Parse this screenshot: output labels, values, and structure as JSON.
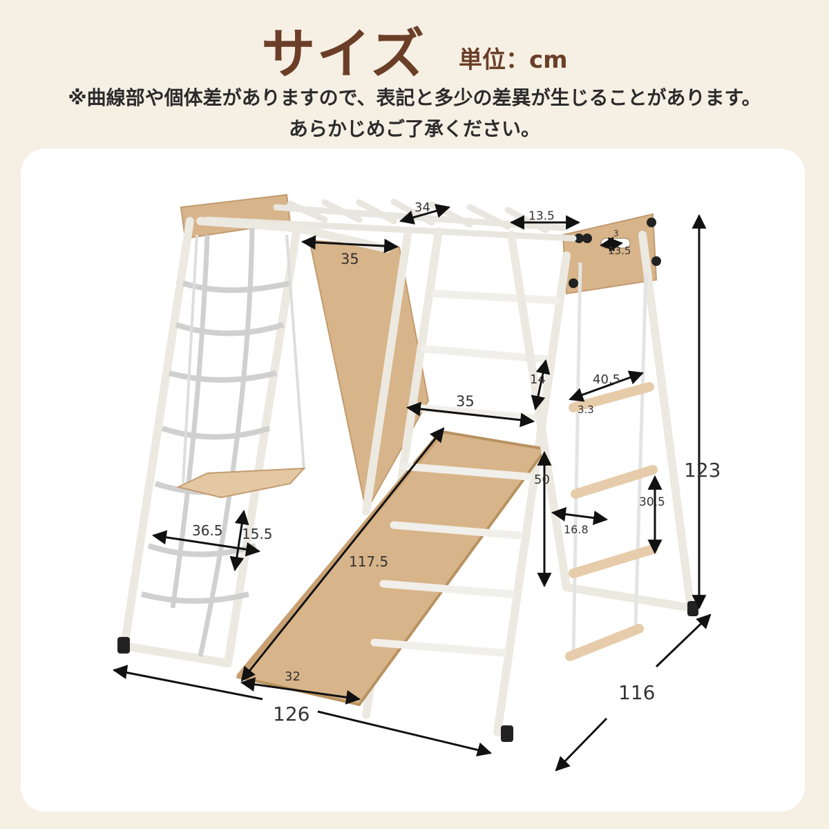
{
  "header": {
    "title": "サイズ",
    "unit": "単位：cm",
    "note_line1": "※曲線部や個体差がありますので、表記と多少の差異が生じることがあります。",
    "note_line2": "あらかじめご了承ください。"
  },
  "colors": {
    "background": "#f6efe4",
    "title": "#6b3e28",
    "panel": "#ffffff",
    "frame": "#f4f2ec",
    "wood": "#d8b48a",
    "rope": "#ffffff",
    "arrow": "#111111"
  },
  "dimensions": {
    "top_bar_spacing": "34",
    "top_rung_gap": "13.5",
    "handle_width": "3",
    "handle_length": "13.5",
    "slide_top_width": "35",
    "ladder_width": "35",
    "ladder_rung_spacing": "14",
    "rope_ladder_width": "40.5",
    "rope_rung_diameter": "3.3",
    "height": "123",
    "side_ladder_height": "50",
    "rope_rung_spacing": "30.5",
    "side_step_width": "16.8",
    "net_width": "36.5",
    "net_cell_height": "15.5",
    "slide_length": "117.5",
    "slide_width": "32",
    "width": "126",
    "depth": "116"
  }
}
